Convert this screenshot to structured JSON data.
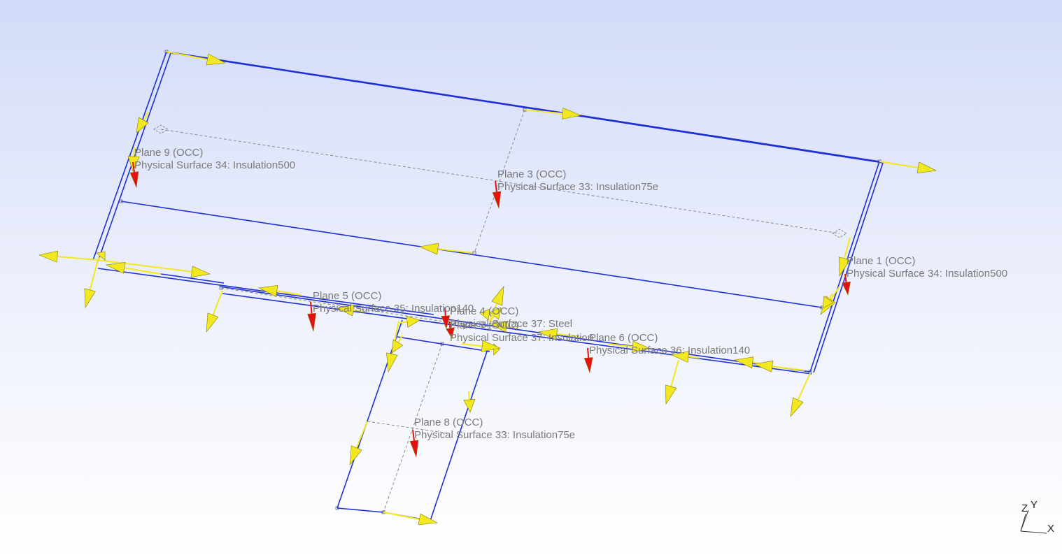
{
  "viewer": {
    "background_top": "#d3dbf9",
    "background_bottom": "#ffffff",
    "edge_color": "#1f2fd6",
    "normal_arrow_color": "#e60f14",
    "tangent_arrow_color": "#f2e820",
    "dashed_color": "#8a8a8a"
  },
  "planes": [
    {
      "name": "Plane 9 (OCC)",
      "surface": "Physical Surface 34: Insulation500"
    },
    {
      "name": "Plane 3 (OCC)",
      "surface": "Physical Surface 33: Insulation75e"
    },
    {
      "name": "Plane 1 (OCC)",
      "surface": "Physical Surface 34: Insulation500"
    },
    {
      "name": "Plane 5 (OCC)",
      "surface": "Physical Surface 35: Insulation140"
    },
    {
      "name": "Plane 4 (OCC)",
      "surface": "Physical Surface 37: Steel"
    },
    {
      "name": "Plane 7 (OCC)",
      "surface": "Physical Surface 37: Insulation..."
    },
    {
      "name": "Plane 6 (OCC)",
      "surface": "Physical Surface 36: Insulation140"
    },
    {
      "name": "Plane 8 (OCC)",
      "surface": "Physical Surface 33: Insulation75e"
    }
  ],
  "axes": {
    "x": "X",
    "y": "Y",
    "z": "Z"
  }
}
